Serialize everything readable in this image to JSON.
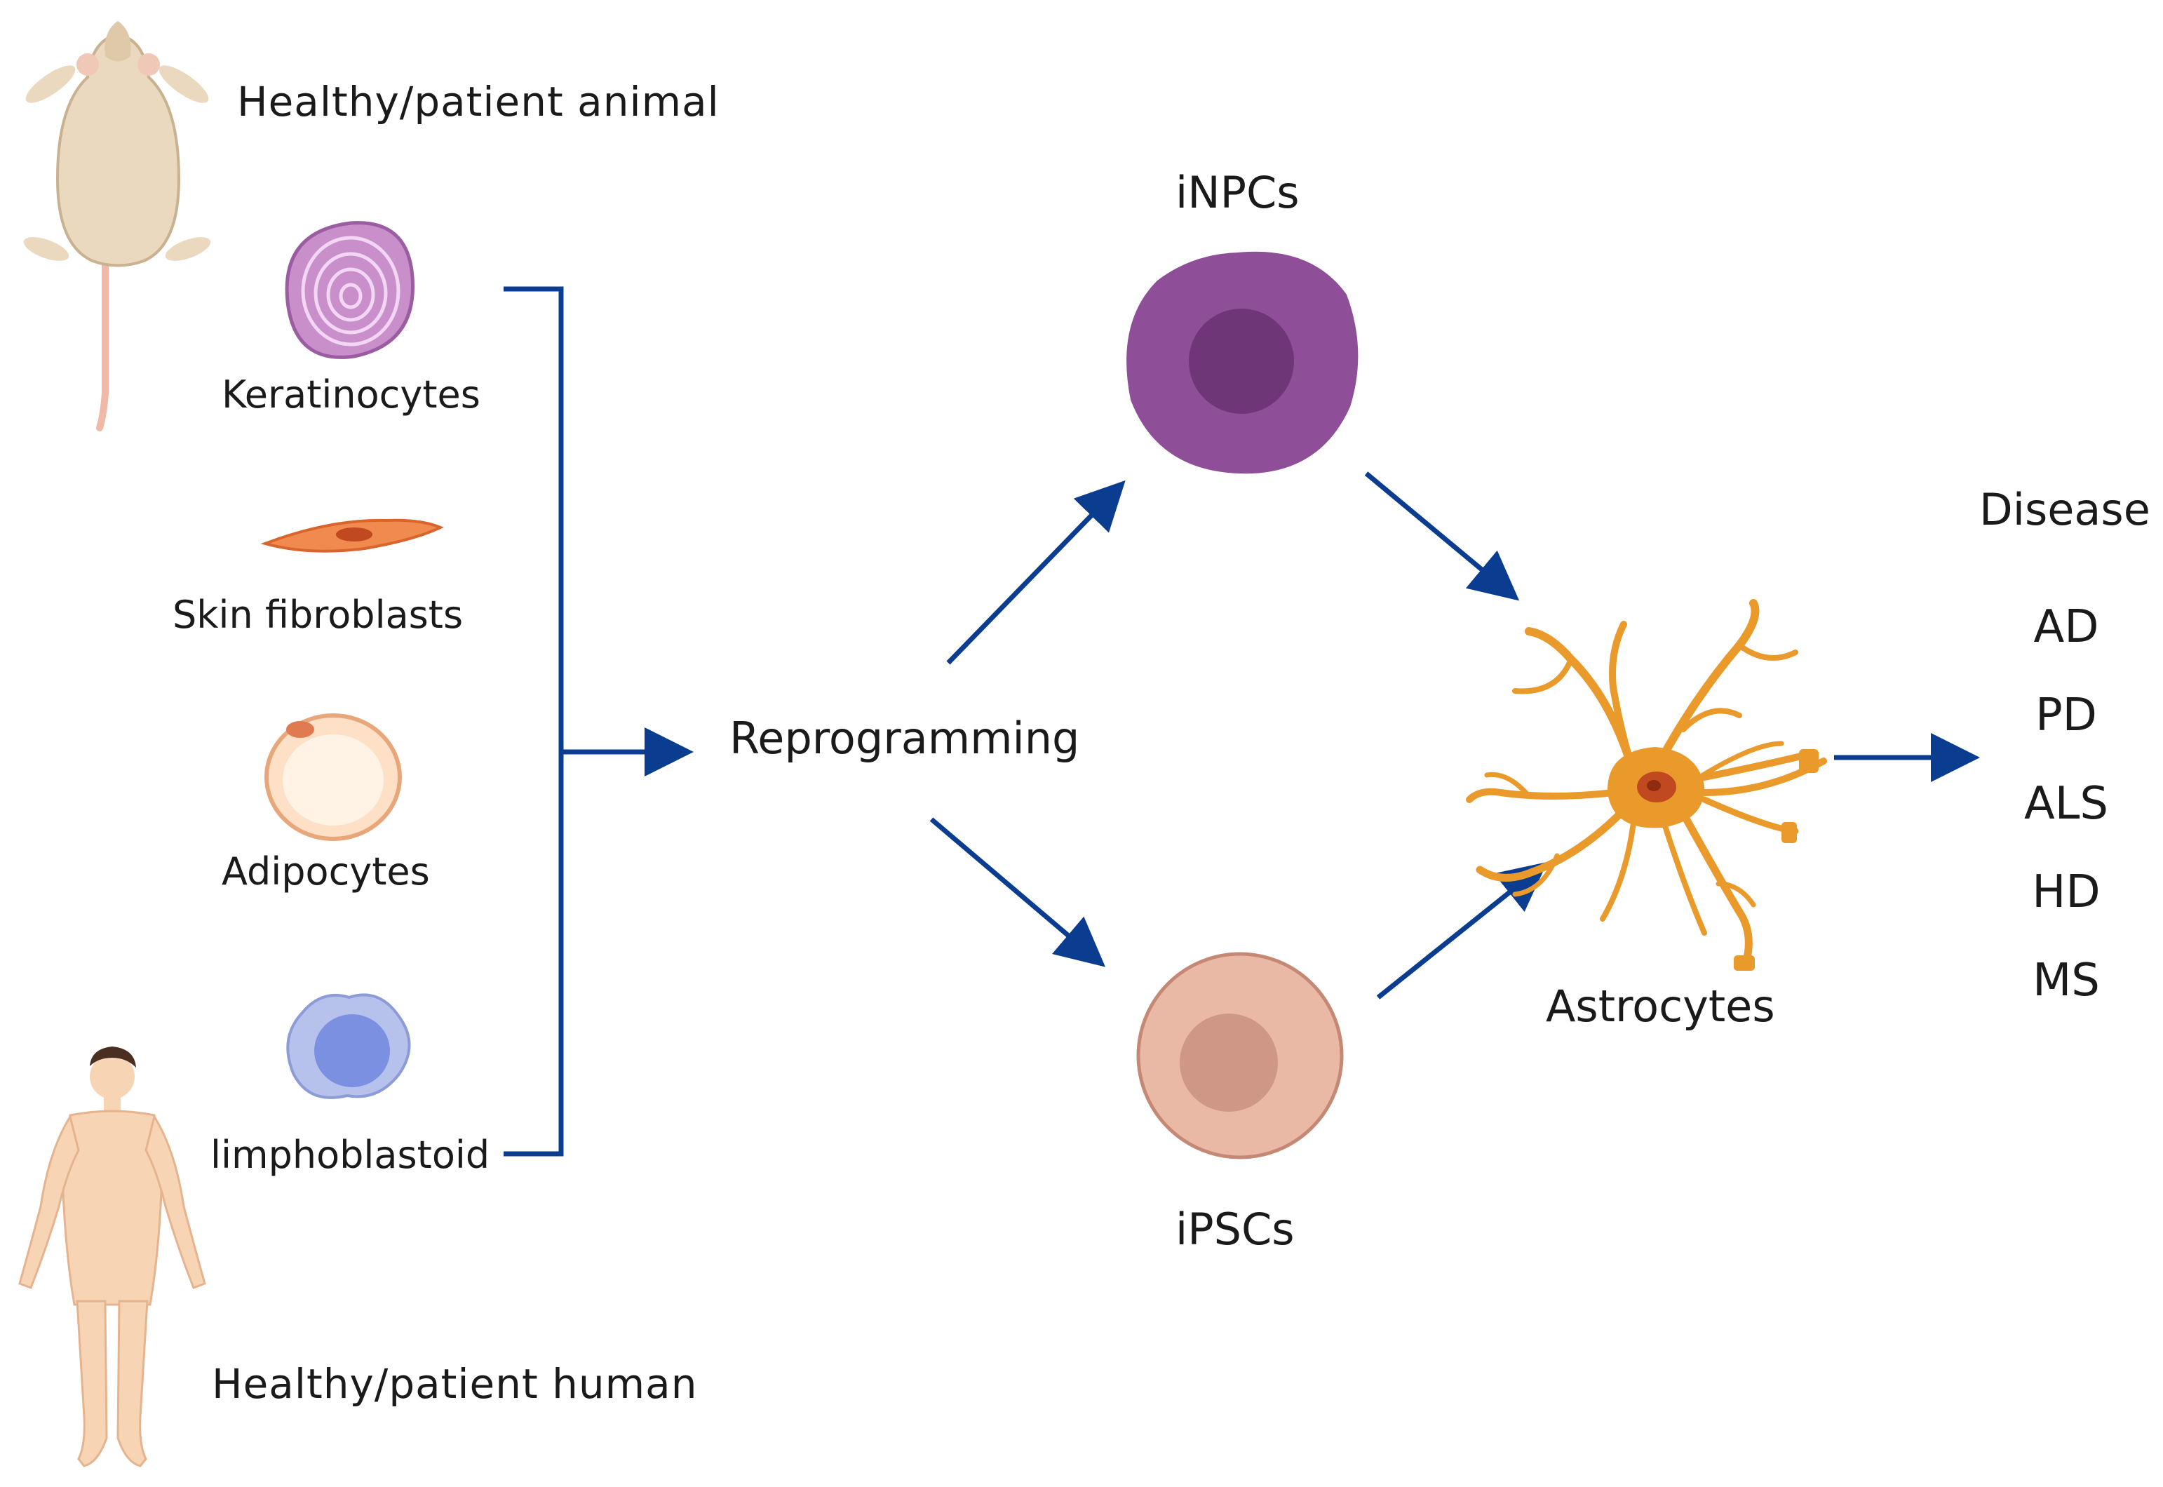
{
  "sources": {
    "animal": "Healthy/patient animal",
    "human": "Healthy/patient human"
  },
  "cells": {
    "keratinocytes": "Keratinocytes",
    "fibroblasts": "Skin fibroblasts",
    "adipocytes": "Adipocytes",
    "lymphoblastoid": "limphoblastoid"
  },
  "process": {
    "reprogramming": "Reprogramming"
  },
  "intermediates": {
    "inpcs": "iNPCs",
    "ipscs": "iPSCs"
  },
  "target": {
    "astrocytes": "Astrocytes"
  },
  "disease": {
    "title": "Disease",
    "items": [
      "AD",
      "PD",
      "ALS",
      "HD",
      "MS"
    ]
  },
  "colors": {
    "arrow": "#0a3d8f",
    "inpc_cell": "#8e4f98",
    "inpc_nucleus": "#6e3676",
    "ipsc_cell": "#e9b9a5",
    "ipsc_nucleus": "#cf9886",
    "astrocyte": "#e99a2b",
    "astrocyte_nucleus": "#c0491f",
    "keratinocyte": "#c88fcb",
    "fibroblast": "#f08a4f",
    "adipocyte": "#fde0c5",
    "lymphoblastoid": "#b6c2ec",
    "lymphoblastoid_nucleus": "#7c90e2",
    "mouse": "#ead8bf",
    "human": "#f6d4b4"
  }
}
